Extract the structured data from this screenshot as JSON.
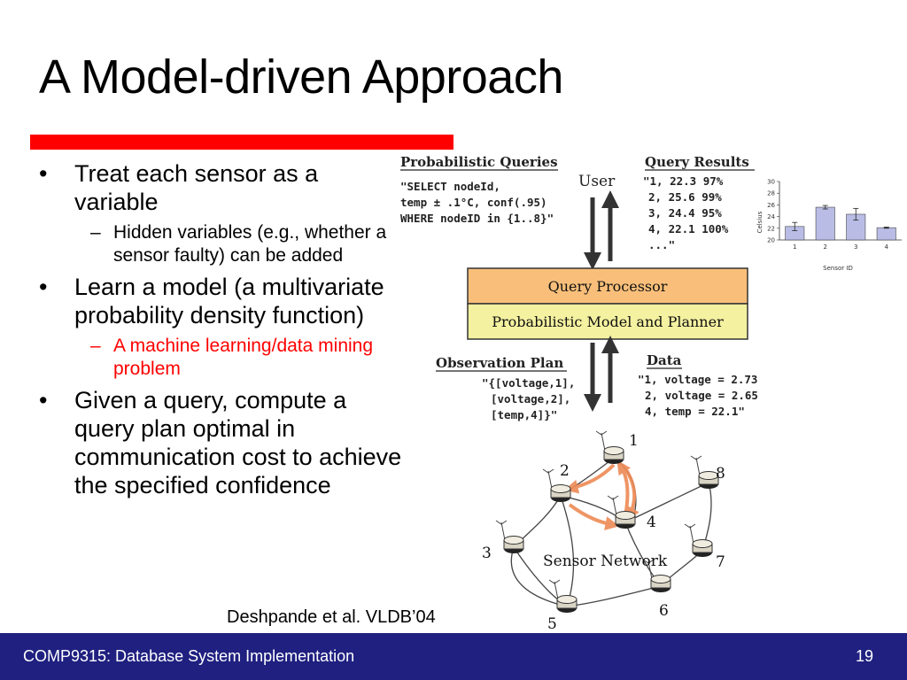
{
  "slide": {
    "title": "A Model-driven Approach",
    "bullets": [
      {
        "text": "Treat each sensor as a variable",
        "sub": [
          "Hidden variables (e.g., whether a sensor faulty) can be added"
        ]
      },
      {
        "text": "Learn a model (a multivariate probability density function)",
        "sub": [
          "A machine learning/data mining problem"
        ]
      },
      {
        "text": "Given a query, compute a query plan optimal in communication cost to achieve the specified confidence"
      }
    ],
    "citation": "Deshpande et al. VLDB’04"
  },
  "footer": {
    "course": "COMP9315: Database System Implementation",
    "page": "19"
  },
  "diagram": {
    "probabilistic_queries": {
      "heading": "Probabilistic Queries",
      "lines": [
        "\"SELECT nodeId,",
        "temp ± .1°C, conf(.95)",
        "WHERE nodeID in {1..8}\""
      ]
    },
    "user_label": "User",
    "query_results": {
      "heading": "Query Results",
      "lines": [
        "\"1, 22.3 97%",
        "2, 25.6 99%",
        "3, 24.4 95%",
        "4, 22.1 100%",
        "...\""
      ]
    },
    "query_processor": "Query Processor",
    "model_planner": "Probabilistic Model and Planner",
    "observation_plan": {
      "heading": "Observation Plan",
      "lines": [
        "\"{[voltage,1],",
        "[voltage,2],",
        "[temp,4]}\""
      ]
    },
    "data_block": {
      "heading": "Data",
      "lines": [
        "\"1, voltage = 2.73",
        "2, voltage = 2.65",
        "4, temp = 22.1\""
      ]
    },
    "network_label": "Sensor Network",
    "node_labels": [
      "1",
      "2",
      "3",
      "4",
      "5",
      "6",
      "7",
      "8"
    ]
  },
  "chart_data": {
    "type": "bar",
    "categories": [
      "1",
      "2",
      "3",
      "4"
    ],
    "values": [
      22.3,
      25.6,
      24.4,
      22.1
    ],
    "error": [
      0.7,
      0.3,
      1.0,
      0.1
    ],
    "xlabel": "Sensor ID",
    "ylabel": "Celsius",
    "ylim": [
      20,
      30
    ],
    "yticks": [
      "20",
      "22",
      "24",
      "26",
      "28",
      "30"
    ],
    "bar_color": "#b9bde6",
    "grid": false
  }
}
